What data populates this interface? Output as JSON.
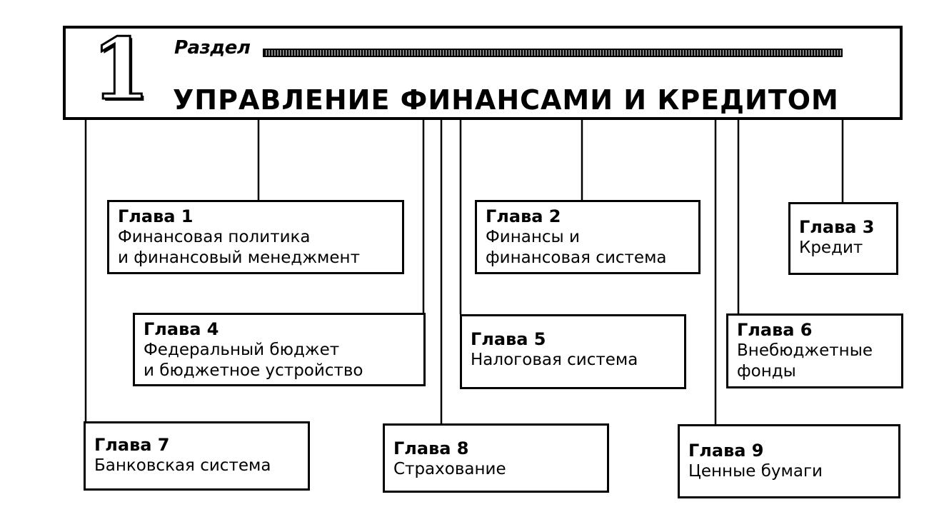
{
  "header": {
    "number": "1",
    "label": "Раздел",
    "title": "УПРАВЛЕНИЕ ФИНАНСАМИ И КРЕДИТОМ"
  },
  "chapters": [
    {
      "label": "Глава 1",
      "lines": [
        "Финансовая политика",
        "и финансовый менеджмент"
      ]
    },
    {
      "label": "Глава 2",
      "lines": [
        "Финансы и",
        "финансовая система"
      ]
    },
    {
      "label": "Глава 3",
      "lines": [
        "Кредит"
      ]
    },
    {
      "label": "Глава 4",
      "lines": [
        "Федеральный бюджет",
        "и бюджетное устройство"
      ]
    },
    {
      "label": "Глава 5",
      "lines": [
        "Налоговая система"
      ]
    },
    {
      "label": "Глава 6",
      "lines": [
        "Внебюджетные",
        "фонды"
      ]
    },
    {
      "label": "Глава 7",
      "lines": [
        "Банковская система"
      ]
    },
    {
      "label": "Глава 8",
      "lines": [
        "Страхование"
      ]
    },
    {
      "label": "Глава 9",
      "lines": [
        "Ценные бумаги"
      ]
    }
  ]
}
